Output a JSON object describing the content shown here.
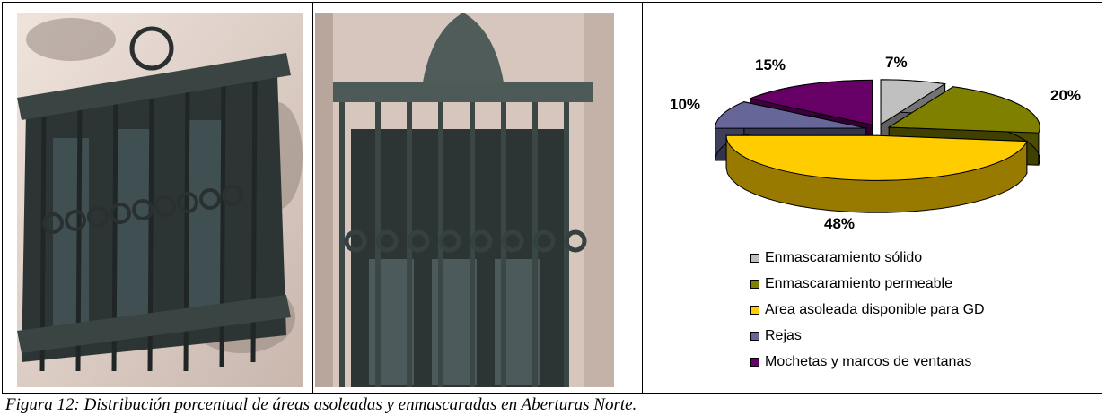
{
  "figure": {
    "caption": "Figura 12: Distribución porcentual de áreas asoleadas y enmascaradas en Aberturas Norte."
  },
  "photos": [
    {
      "name": "window-photo-left"
    },
    {
      "name": "window-photo-right"
    }
  ],
  "chart_data": {
    "type": "pie",
    "title": "",
    "slices": [
      {
        "label": "Enmascaramiento sólido",
        "value": 7,
        "display": "7%",
        "color": "#c0c0c0"
      },
      {
        "label": "Enmascaramiento permeable",
        "value": 20,
        "display": "20%",
        "color": "#808000"
      },
      {
        "label": "Area asoleada disponible para GD",
        "value": 48,
        "display": "48%",
        "color": "#ffcc00"
      },
      {
        "label": "Rejas",
        "value": 10,
        "display": "10%",
        "color": "#666699"
      },
      {
        "label": "Mochetas y marcos de ventanas",
        "value": 15,
        "display": "15%",
        "color": "#660066"
      }
    ],
    "legend_position": "bottom-right"
  }
}
